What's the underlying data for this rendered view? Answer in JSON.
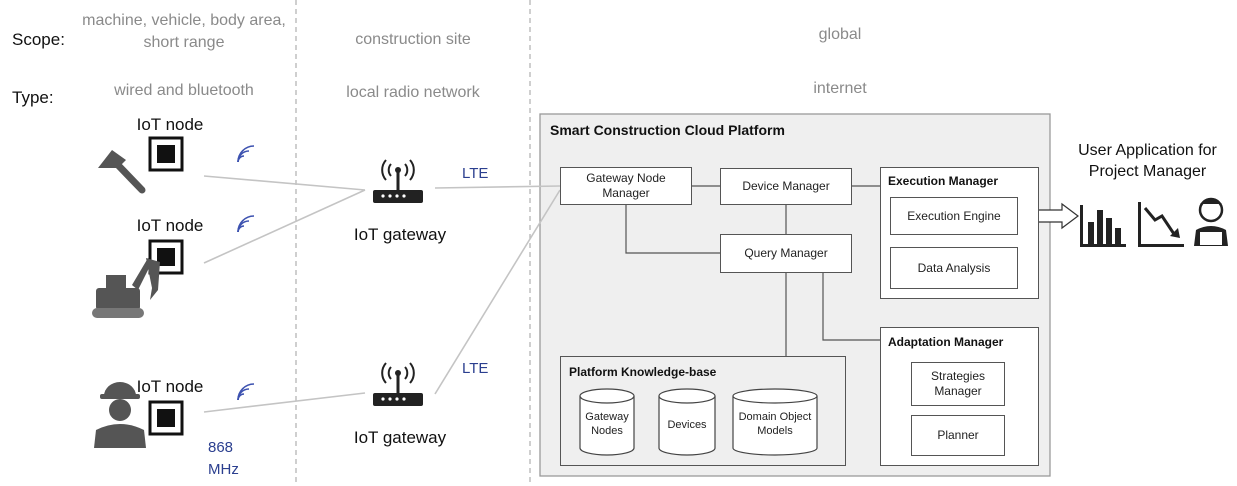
{
  "rows": {
    "scope_label": "Scope:",
    "type_label": "Type:"
  },
  "zones": [
    {
      "scope": "machine, vehicle, body area, short range",
      "type": "wired and bluetooth"
    },
    {
      "scope": "construction site",
      "type": "local radio network"
    },
    {
      "scope": "global",
      "type": "internet"
    }
  ],
  "nodes": {
    "iot_node": "IoT node",
    "iot_gateway": "IoT gateway",
    "freq": "868 MHz"
  },
  "links": {
    "lte": "LTE"
  },
  "platform": {
    "title": "Smart Construction Cloud Platform",
    "gateway_node_manager": "Gateway Node Manager",
    "device_manager": "Device Manager",
    "query_manager": "Query Manager",
    "execution_manager": {
      "title": "Execution Manager",
      "engine": "Execution Engine",
      "analysis": "Data Analysis"
    },
    "adaptation_manager": {
      "title": "Adaptation Manager",
      "strategies": "Strategies Manager",
      "planner": "Planner"
    },
    "knowledge_base": {
      "title": "Platform Knowledge-base",
      "items": [
        "Gateway Nodes",
        "Devices",
        "Domain Object Models"
      ]
    }
  },
  "user_app": {
    "title": "User Application for Project Manager"
  },
  "colors": {
    "accent_blue": "#2b3f8f",
    "zone_text": "#8a8a8a",
    "platform_bg": "#efefef",
    "wifi": "#3d52b0"
  }
}
